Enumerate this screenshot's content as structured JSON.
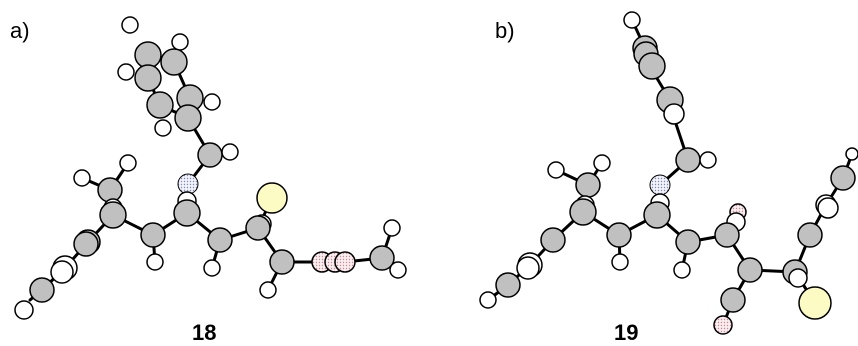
{
  "panels": [
    {
      "tag": "a)",
      "compound": "18"
    },
    {
      "tag": "b)",
      "compound": "19"
    }
  ],
  "colors": {
    "carbon": "#c0c0c0",
    "hydrogen": "#ffffff",
    "nitrogen": "#e6e9f5",
    "oxygen": "#f3dde1",
    "sulfur": "#fdfbc4",
    "bond": "#000000",
    "outline": "#000000"
  }
}
